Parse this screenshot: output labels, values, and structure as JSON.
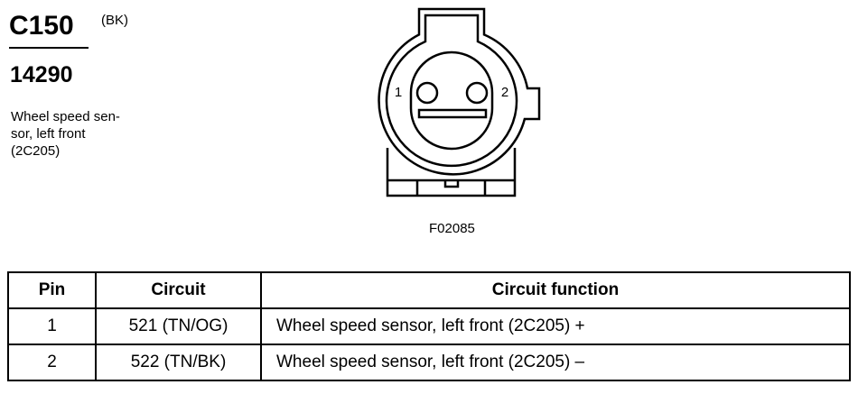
{
  "connector": {
    "id": "C150",
    "color_code": "(BK)",
    "part_number": "14290",
    "description_lines": [
      "Wheel speed sen-",
      "sor, left front",
      "(2C205)"
    ]
  },
  "diagram": {
    "pin_labels": [
      "1",
      "2"
    ],
    "figure_id": "F02085"
  },
  "table": {
    "headers": [
      "Pin",
      "Circuit",
      "Circuit function"
    ],
    "rows": [
      {
        "pin": "1",
        "circuit": "521 (TN/OG)",
        "function": "Wheel speed sensor, left front (2C205) +"
      },
      {
        "pin": "2",
        "circuit": "522 (TN/BK)",
        "function": "Wheel speed sensor, left front (2C205) –"
      }
    ]
  }
}
